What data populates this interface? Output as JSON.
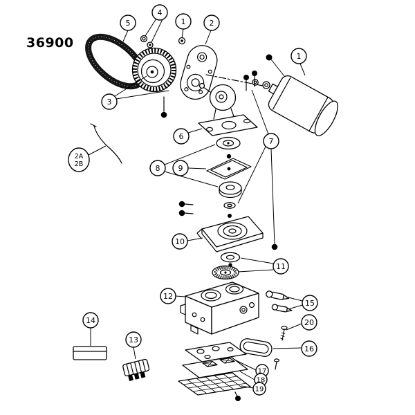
{
  "page": {
    "background": "#ffffff",
    "ink": "#000000"
  },
  "diagram": {
    "part_number": "36900",
    "callouts": {
      "c1_top": "1",
      "c1_motor": "1",
      "c2": "2",
      "c2a": "2A",
      "c2b": "2B",
      "c3": "3",
      "c4": "4",
      "c5": "5",
      "c6": "6",
      "c7": "7",
      "c8": "8",
      "c9": "9",
      "c10": "10",
      "c11": "11",
      "c12": "12",
      "c13": "13",
      "c14": "14",
      "c15": "15",
      "c16": "16",
      "c17": "17",
      "c18": "18",
      "c19": "19",
      "c20": "20"
    }
  }
}
